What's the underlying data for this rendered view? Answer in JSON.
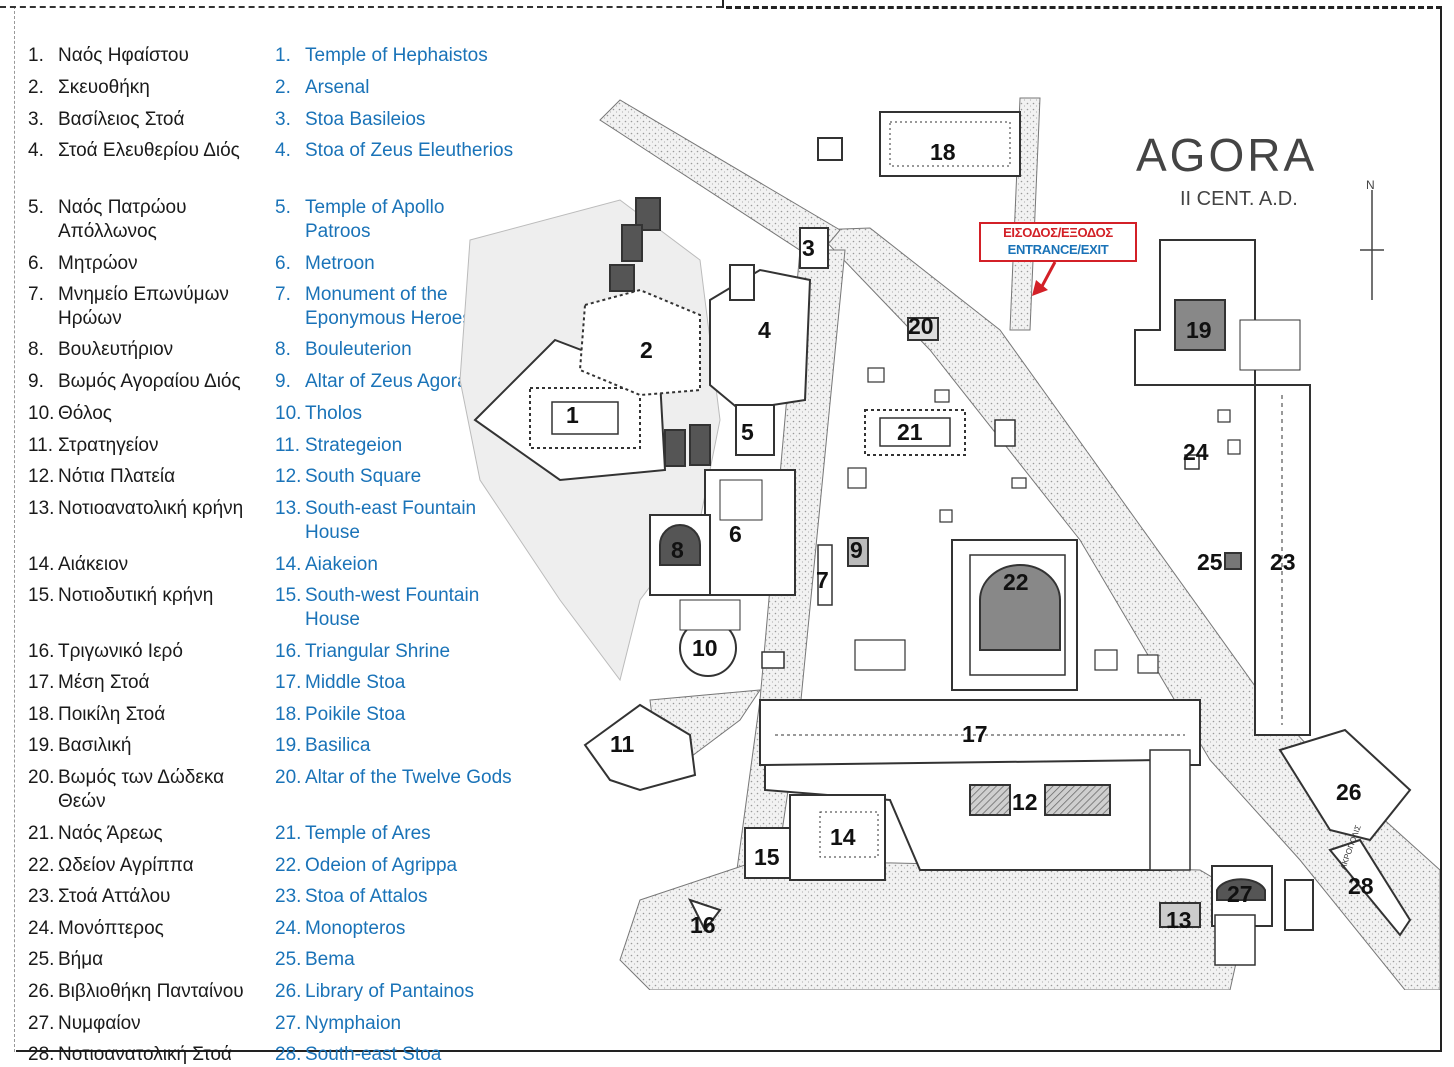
{
  "legend_greek": [
    {
      "n": "1.",
      "t": "Ναός Ηφαίστου"
    },
    {
      "n": "2.",
      "t": "Σκευοθήκη"
    },
    {
      "n": "3.",
      "t": "Βασίλειος Στοά"
    },
    {
      "n": "4.",
      "t": "Στοά Ελευθερίου Διός"
    },
    {
      "n": "5.",
      "t": "Ναός Πατρώου Απόλλωνος"
    },
    {
      "n": "6.",
      "t": "Μητρώον"
    },
    {
      "n": "7.",
      "t": "Μνημείο Επωνύμων Ηρώων"
    },
    {
      "n": "8.",
      "t": "Βουλευτήριον"
    },
    {
      "n": "9.",
      "t": "Βωμός Αγοραίου Διός"
    },
    {
      "n": "10.",
      "t": "Θόλος"
    },
    {
      "n": "11.",
      "t": "Στρατηγείον"
    },
    {
      "n": "12.",
      "t": "Νότια Πλατεία"
    },
    {
      "n": "13.",
      "t": "Νοτιοανατολική κρήνη"
    },
    {
      "n": "14.",
      "t": "Αιάκειον"
    },
    {
      "n": "15.",
      "t": "Νοτιοδυτική κρήνη"
    },
    {
      "n": "16.",
      "t": "Τριγωνικό Ιερό"
    },
    {
      "n": "17.",
      "t": "Μέση Στοά"
    },
    {
      "n": "18.",
      "t": "Ποικίλη Στοά"
    },
    {
      "n": "19.",
      "t": "Βασιλική"
    },
    {
      "n": "20.",
      "t": "Βωμός των Δώδεκα Θεών"
    },
    {
      "n": "21.",
      "t": "Ναός Άρεως"
    },
    {
      "n": "22.",
      "t": "Ωδείον Αγρίππα"
    },
    {
      "n": "23.",
      "t": "Στοά Αττάλου"
    },
    {
      "n": "24.",
      "t": "Μονόπτερος"
    },
    {
      "n": "25.",
      "t": "Βήμα"
    },
    {
      "n": "26.",
      "t": "Βιβλιοθήκη Πανταίνου"
    },
    {
      "n": "27.",
      "t": "Νυμφαίον"
    },
    {
      "n": "28.",
      "t": "Νοτιοανατολική Στοά"
    }
  ],
  "legend_english": [
    {
      "n": "1.",
      "t": "Temple of Hephaistos"
    },
    {
      "n": "2.",
      "t": "Arsenal"
    },
    {
      "n": "3.",
      "t": "Stoa Basileios"
    },
    {
      "n": "4.",
      "t": "Stoa of Zeus Eleutherios"
    },
    {
      "n": "5.",
      "t": "Temple of Apollo Patroos"
    },
    {
      "n": "6.",
      "t": "Metroon"
    },
    {
      "n": "7.",
      "t": "Monument of the Eponymous Heroes"
    },
    {
      "n": "8.",
      "t": "Bouleuterion"
    },
    {
      "n": "9.",
      "t": "Altar of Zeus Agoraios"
    },
    {
      "n": "10.",
      "t": "Tholos"
    },
    {
      "n": "11.",
      "t": "Strategeion"
    },
    {
      "n": "12.",
      "t": "South Square"
    },
    {
      "n": "13.",
      "t": "South-east Fountain House"
    },
    {
      "n": "14.",
      "t": "Aiakeion"
    },
    {
      "n": "15.",
      "t": "South-west Fountain House"
    },
    {
      "n": "16.",
      "t": "Triangular Shrine"
    },
    {
      "n": "17.",
      "t": "Middle Stoa"
    },
    {
      "n": "18.",
      "t": "Poikile Stoa"
    },
    {
      "n": "19.",
      "t": "Basilica"
    },
    {
      "n": "20.",
      "t": "Altar of the Twelve Gods"
    },
    {
      "n": "21.",
      "t": "Temple of Ares"
    },
    {
      "n": "22.",
      "t": "Odeion of Agrippa"
    },
    {
      "n": "23.",
      "t": "Stoa of Attalos"
    },
    {
      "n": "24.",
      "t": "Monopteros"
    },
    {
      "n": "25.",
      "t": "Bema"
    },
    {
      "n": "26.",
      "t": "Library of Pantainos"
    },
    {
      "n": "27.",
      "t": "Nymphaion"
    },
    {
      "n": "28.",
      "t": "South-east Stoa"
    }
  ],
  "map": {
    "title": "AGORA",
    "subtitle": "II CENT. A.D.",
    "north_label": "N",
    "entrance_greek": "ΕΙΣΟΔΟΣ/ΕΞΟΔΟΣ",
    "entrance_english": "ENTRANCE/EXIT",
    "street_label": "ΑΚΡΟΠΟΛΙΣ",
    "entrance_color": "#d32027",
    "english_color": "#1a73b8",
    "numbers": [
      "1",
      "2",
      "3",
      "4",
      "5",
      "6",
      "7",
      "8",
      "9",
      "10",
      "11",
      "12",
      "13",
      "14",
      "15",
      "16",
      "17",
      "18",
      "19",
      "20",
      "21",
      "22",
      "23",
      "24",
      "25",
      "26",
      "27",
      "28"
    ]
  }
}
